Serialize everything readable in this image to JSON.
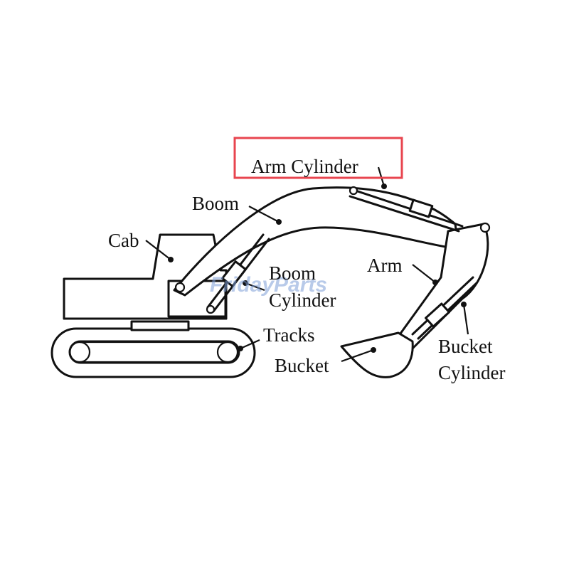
{
  "labels": {
    "arm_cylinder": "Arm Cylinder",
    "boom": "Boom",
    "cab": "Cab",
    "boom_cylinder_1": "Boom",
    "boom_cylinder_2": "Cylinder",
    "arm": "Arm",
    "tracks": "Tracks",
    "bucket": "Bucket",
    "bucket_cylinder_1": "Bucket",
    "bucket_cylinder_2": "Cylinder"
  },
  "watermark": "FridayParts",
  "highlight": {
    "color": "#e8454f",
    "target": "Arm Cylinder"
  }
}
